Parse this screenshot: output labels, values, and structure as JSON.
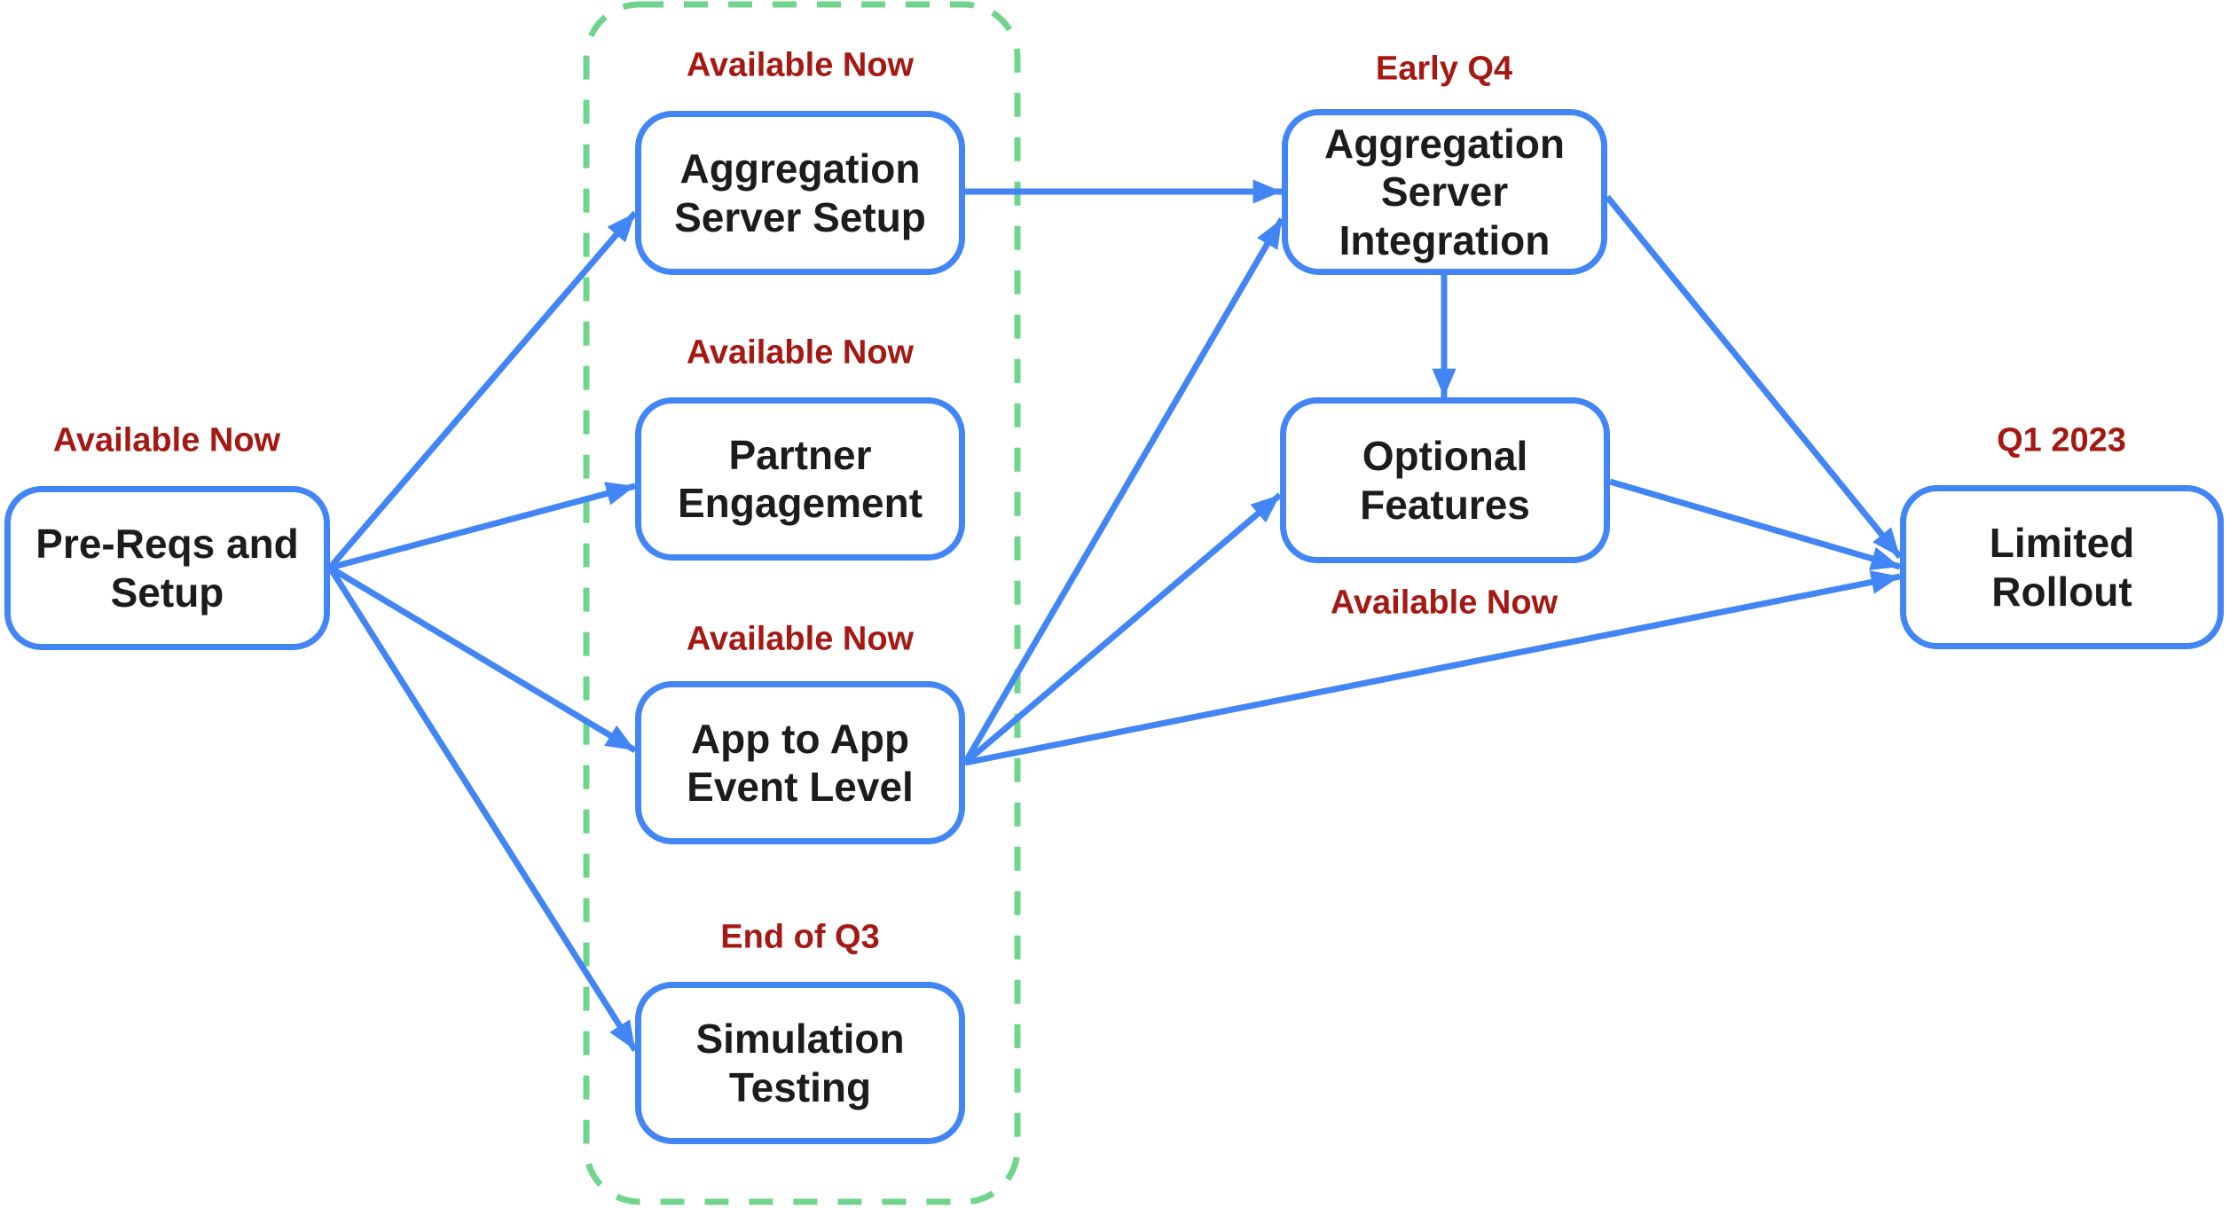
{
  "diagram": {
    "title": "Attribution roadmap flowchart",
    "colors": {
      "node_border": "#4285F4",
      "arrow": "#4285F4",
      "node_text": "#1C1C1C",
      "status_text": "#A41913",
      "group_dash": "#6FD58C",
      "background": "#FFFFFF"
    },
    "nodes": {
      "pre_reqs": {
        "label": "Pre-Reqs and Setup",
        "status": "Available Now"
      },
      "agg_setup": {
        "label": "Aggregation Server Setup",
        "status": "Available Now"
      },
      "partner": {
        "label": "Partner Engagement",
        "status": "Available Now"
      },
      "app_to_app": {
        "label": "App to App Event Level",
        "status": "Available Now"
      },
      "sim_testing": {
        "label": "Simulation Testing",
        "status": "End of Q3"
      },
      "agg_integration": {
        "label": "Aggregation Server Integration",
        "status": "Early Q4"
      },
      "opt_features": {
        "label": "Optional Features",
        "status": "Available Now"
      },
      "limited_rollout": {
        "label": "Limited Rollout",
        "status": "Q1 2023"
      }
    },
    "group": {
      "style": "green-dashed-rounded-rect",
      "members": [
        "agg_setup",
        "partner",
        "app_to_app",
        "sim_testing"
      ]
    },
    "edges": [
      {
        "from": "pre_reqs",
        "to": "agg_setup"
      },
      {
        "from": "pre_reqs",
        "to": "partner"
      },
      {
        "from": "pre_reqs",
        "to": "app_to_app"
      },
      {
        "from": "pre_reqs",
        "to": "sim_testing"
      },
      {
        "from": "agg_setup",
        "to": "agg_integration"
      },
      {
        "from": "app_to_app",
        "to": "agg_integration"
      },
      {
        "from": "app_to_app",
        "to": "opt_features"
      },
      {
        "from": "app_to_app",
        "to": "limited_rollout"
      },
      {
        "from": "agg_integration",
        "to": "opt_features"
      },
      {
        "from": "agg_integration",
        "to": "limited_rollout"
      },
      {
        "from": "opt_features",
        "to": "limited_rollout"
      }
    ]
  }
}
